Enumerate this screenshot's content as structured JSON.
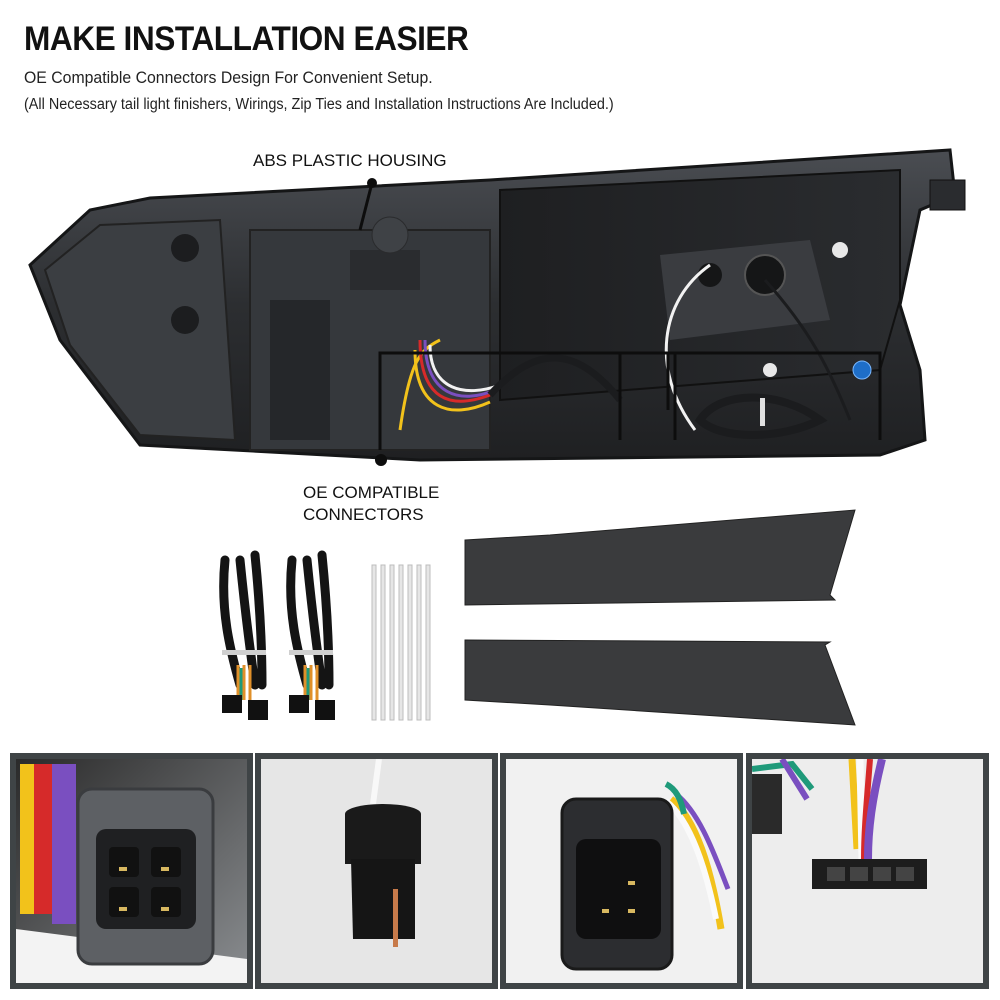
{
  "header": {
    "title": "MAKE INSTALLATION EASIER",
    "subtitle": "OE Compatible Connectors Design For Convenient Setup.",
    "note": "(All Necessary tail light finishers, Wirings, Zip Ties and Installation Instructions Are Included.)"
  },
  "callouts": {
    "housing": "ABS PLASTIC HOUSING",
    "connectors_line1": "OE COMPATIBLE",
    "connectors_line2": "CONNECTORS"
  },
  "included_parts": {
    "wiring_harnesses": 2,
    "zip_ties": 7,
    "finisher_panels": 2
  },
  "detail_thumbnails": [
    {
      "id": "thumb-1",
      "subject": "4-pin OE connector (gray)"
    },
    {
      "id": "thumb-2",
      "subject": "T10 bulb socket"
    },
    {
      "id": "thumb-3",
      "subject": "4-pin OE connector (black)"
    },
    {
      "id": "thumb-4",
      "subject": "4-pin harness plug"
    }
  ],
  "colors": {
    "frame_border": "#3f4446",
    "housing": "#2e3033",
    "housing_dark": "#1b1c1e",
    "wire_yellow": "#f2c21b",
    "wire_red": "#d62a2a",
    "wire_purple": "#7a4fc0",
    "wire_green": "#1f9a7a",
    "wire_white": "#f2f2f2"
  }
}
